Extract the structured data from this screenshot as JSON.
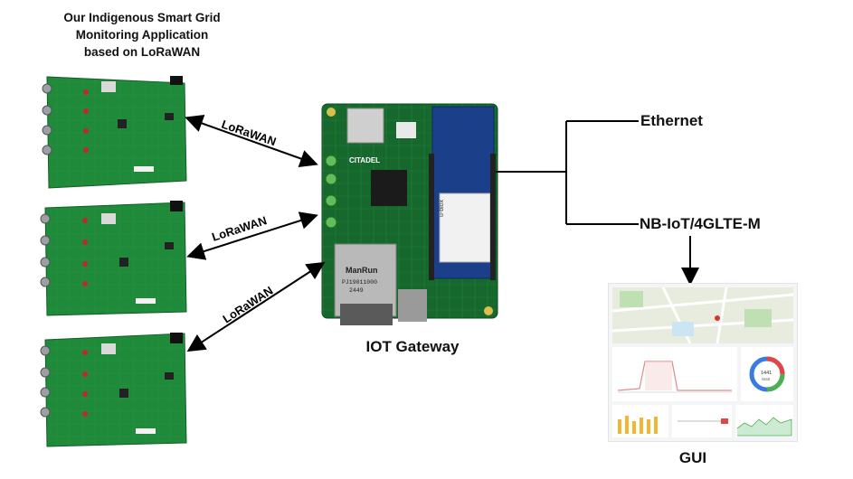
{
  "title": "Our Indigenous Smart Grid\nMonitoring Application\nbased on LoRaWAN",
  "links": {
    "lora_1": "LoRaWAN",
    "lora_2": "LoRaWAN",
    "lora_3": "LoRaWAN"
  },
  "gateway": {
    "label": "IOT Gateway",
    "board_brand": "CITADEL",
    "module_label": "ManRun",
    "module_code": "PJ19011000",
    "module_sub": "2449",
    "modem_brand": "u-blox"
  },
  "uplinks": {
    "ethernet": "Ethernet",
    "cellular": "NB-IoT/4GLTE-M"
  },
  "gui": {
    "label": "GUI",
    "donut_value": "1441",
    "donut_unit": "Watt"
  },
  "colors": {
    "pcb_green": "#1f8a3a",
    "pcb_dark": "#0f5e24",
    "gateway_green": "#16682d",
    "arrow": "#000000"
  },
  "icons": [
    "sensor-board-icon",
    "gateway-board-icon",
    "dashboard-thumbnail"
  ]
}
